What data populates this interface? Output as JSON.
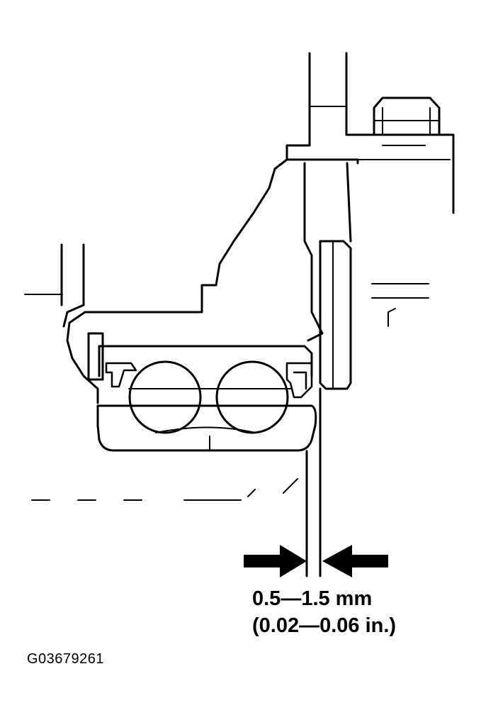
{
  "dimension": {
    "metric": "0.5—1.5 mm",
    "imperial": "(0.02—0.06 in.)"
  },
  "figure_id": "G03679261",
  "colors": {
    "ink": "#000000",
    "paper": "#ffffff"
  }
}
